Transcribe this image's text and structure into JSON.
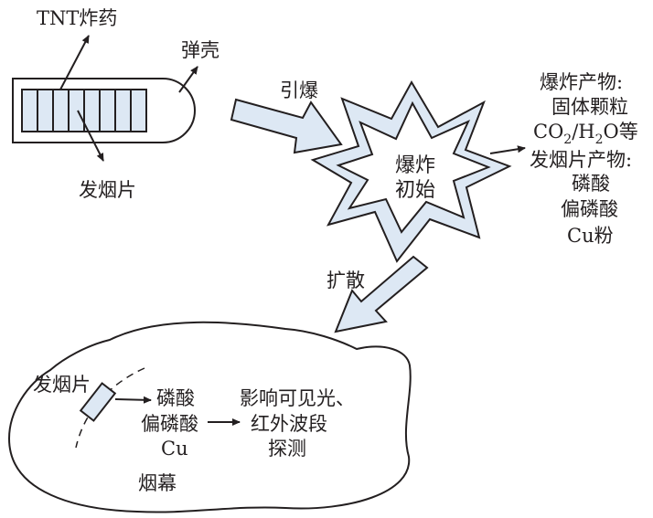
{
  "shell": {
    "tnt_label": "TNT炸药",
    "casing_label": "弹壳",
    "pellet_label": "发烟片"
  },
  "step_ignite": "引爆",
  "step_spread": "扩散",
  "explosion": {
    "line1": "爆炸",
    "line2": "初始"
  },
  "products": {
    "heading": "爆炸产物:",
    "solid": "固体颗粒",
    "gases": {
      "co": "CO",
      "co_sub": "2",
      "slash_h": "/H",
      "h_sub": "2",
      "o_suffix": "O等"
    },
    "pellet_heading": "发烟片产物:",
    "pellet_items": [
      "磷酸",
      "偏磷酸",
      "Cu粉"
    ]
  },
  "cloud": {
    "pellet_label": "发烟片",
    "components": [
      "磷酸",
      "偏磷酸",
      "Cu"
    ],
    "effect_lines": [
      "影响可见光、",
      "红外波段",
      "探测"
    ],
    "name": "烟幕"
  },
  "colors": {
    "fill_blue": "#dde8f4",
    "stroke": "#231f20"
  }
}
